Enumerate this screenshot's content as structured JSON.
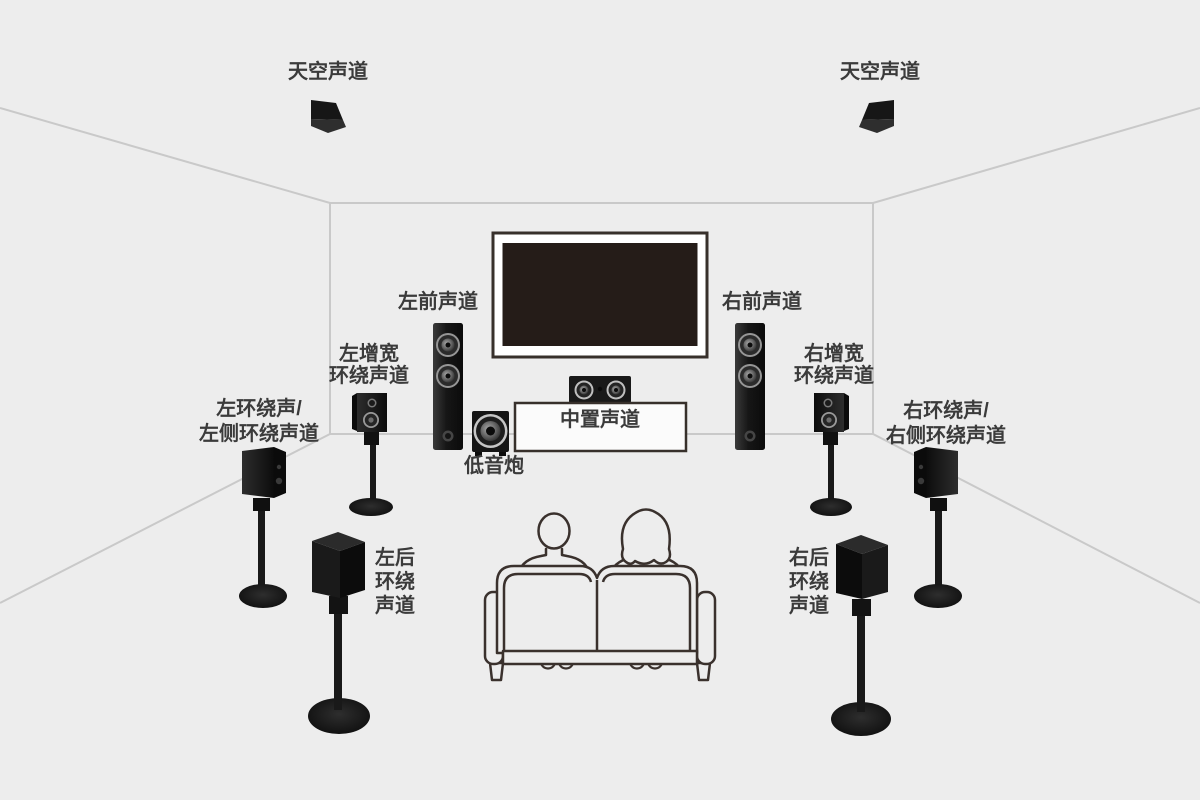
{
  "diagram": {
    "type": "home-theater-speaker-placement",
    "colors": {
      "background": "#EDEDED",
      "room_line": "#C9C9C9",
      "outline_ink": "#3A312D",
      "label_text": "#3B3B3B",
      "speaker_black": "#141414",
      "tv_screen": "#251C18",
      "tv_frame": "#FFFFFF",
      "center_panel_fill": "#FBFBFB"
    }
  },
  "labels": {
    "sky_left": "天空声道",
    "sky_right": "天空声道",
    "front_left": "左前声道",
    "front_right": "右前声道",
    "center": "中置声道",
    "subwoofer": "低音炮",
    "wide_left": [
      "左增宽",
      "环绕声道"
    ],
    "wide_right": [
      "右增宽",
      "环绕声道"
    ],
    "surround_left": [
      "左环绕声/",
      "左侧环绕声道"
    ],
    "surround_right": [
      "右环绕声/",
      "右侧环绕声道"
    ],
    "rear_left": [
      "左后",
      "环绕",
      "声道"
    ],
    "rear_right": [
      "右后",
      "环绕",
      "声道"
    ]
  }
}
